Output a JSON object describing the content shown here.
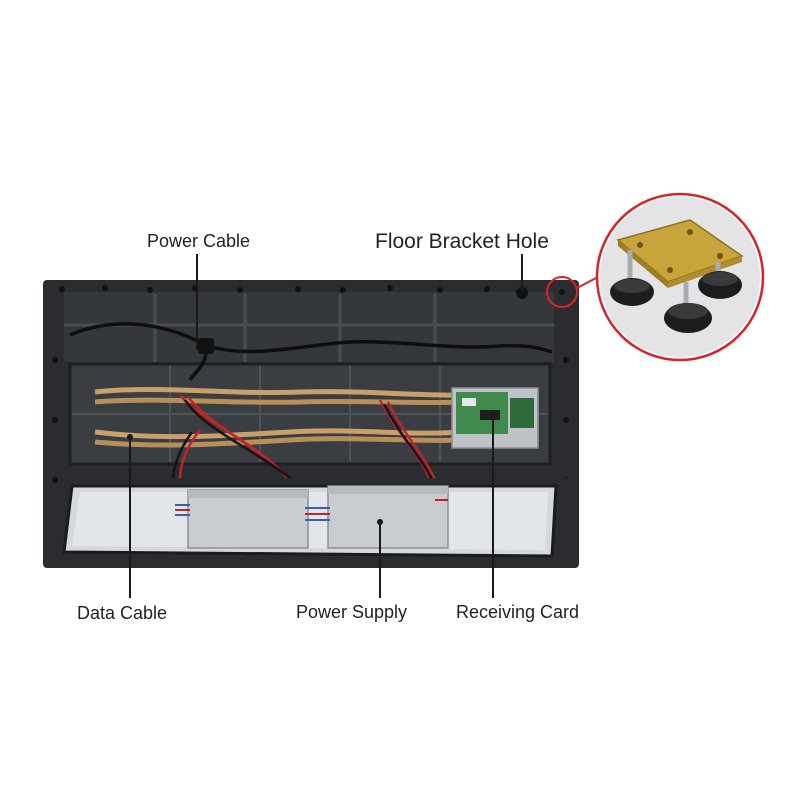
{
  "labels": {
    "power_cable": "Power Cable",
    "floor_bracket_hole": "Floor Bracket Hole",
    "data_cable": "Data Cable",
    "power_supply": "Power Supply",
    "receiving_card": "Receiving Card"
  },
  "colors": {
    "cabinet_frame": "#2a2c2f",
    "cabinet_inner": "#3a3d41",
    "leader_line": "#1a1a1a",
    "callout_circle": "#d8232a",
    "power_supply_body": "#c9cdd1",
    "ribbon_cable": "#c9a06a",
    "red_wire": "#c0242a",
    "receiving_card": "#3f8a4c",
    "bracket_plate": "#c9a43a",
    "bracket_foot": "#1d1d1f"
  }
}
